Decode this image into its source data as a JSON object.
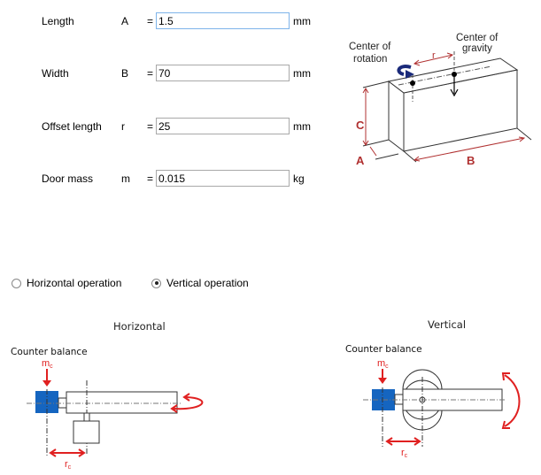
{
  "inputs": [
    {
      "label": "Length",
      "symbol": "A",
      "equals": "=",
      "value": "1.5",
      "unit": "mm"
    },
    {
      "label": "Width",
      "symbol": "B",
      "equals": "=",
      "value": "70",
      "unit": "mm"
    },
    {
      "label": "Offset length",
      "symbol": "r",
      "equals": "=",
      "value": "25",
      "unit": "mm"
    },
    {
      "label": "Door mass",
      "symbol": "m",
      "equals": "=",
      "value": "0.015",
      "unit": "kg"
    }
  ],
  "door_diagram": {
    "center_of_rotation_line1": "Center of",
    "center_of_rotation_line2": "rotation",
    "center_of_gravity_line1": "Center of",
    "center_of_gravity_line2": "gravity",
    "offset_label": "r",
    "dim_a": "A",
    "dim_b": "B",
    "dim_c": "C"
  },
  "operation": {
    "options": [
      {
        "label": "Horizontal operation",
        "checked": false
      },
      {
        "label": "Vertical operation",
        "checked": true
      }
    ]
  },
  "horizontal_diagram": {
    "title": "Horizontal",
    "counter_balance": "Counter balance",
    "mass_label": "m",
    "mass_sub": "c",
    "radius_label": "r",
    "radius_sub": "c"
  },
  "vertical_diagram": {
    "title": "Vertical",
    "counter_balance": "Counter balance",
    "mass_label": "m",
    "mass_sub": "c",
    "radius_label": "r",
    "radius_sub": "c"
  },
  "colors": {
    "accent_red": "#e02020",
    "counterweight_blue": "#1565c0",
    "dimension_red": "#b03030",
    "rotation_arrow_navy": "#1a2a7a"
  }
}
